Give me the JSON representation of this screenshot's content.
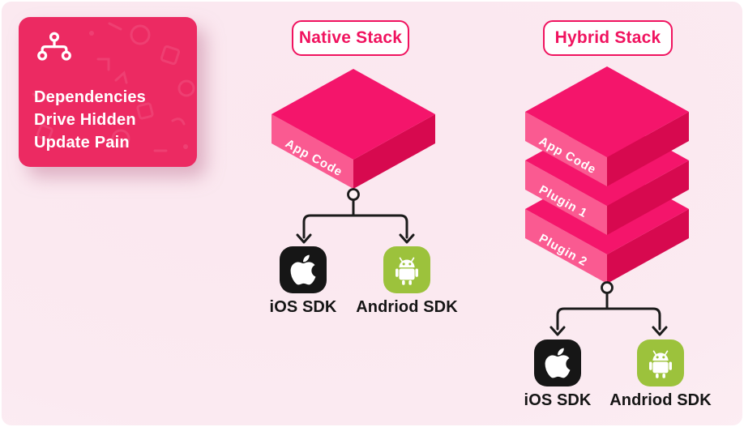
{
  "card": {
    "title_lines": [
      "Dependencies",
      "Drive Hidden",
      "Update Pain"
    ],
    "icon": "hierarchy-icon"
  },
  "native_stack": {
    "label": "Native Stack",
    "layers": [
      "App Code"
    ],
    "sdks": [
      {
        "icon": "apple-icon",
        "label": "iOS SDK"
      },
      {
        "icon": "android-icon",
        "label": "Andriod SDK"
      }
    ]
  },
  "hybrid_stack": {
    "label": "Hybrid Stack",
    "layers": [
      "App Code",
      "Plugin 1",
      "Plugin 2"
    ],
    "sdks": [
      {
        "icon": "apple-icon",
        "label": "iOS SDK"
      },
      {
        "icon": "android-icon",
        "label": "Andriod SDK"
      }
    ]
  },
  "colors": {
    "brand_pink": "#F0135F",
    "card_bg": "#EC2A62",
    "slab_top": "#F4156B",
    "slab_left": "#FA5A91",
    "slab_right": "#D7094F",
    "android_green": "#9CC23C",
    "apple_black": "#161616",
    "connector": "#1B1B1B",
    "canvas_bg": "#FBE9F0"
  }
}
